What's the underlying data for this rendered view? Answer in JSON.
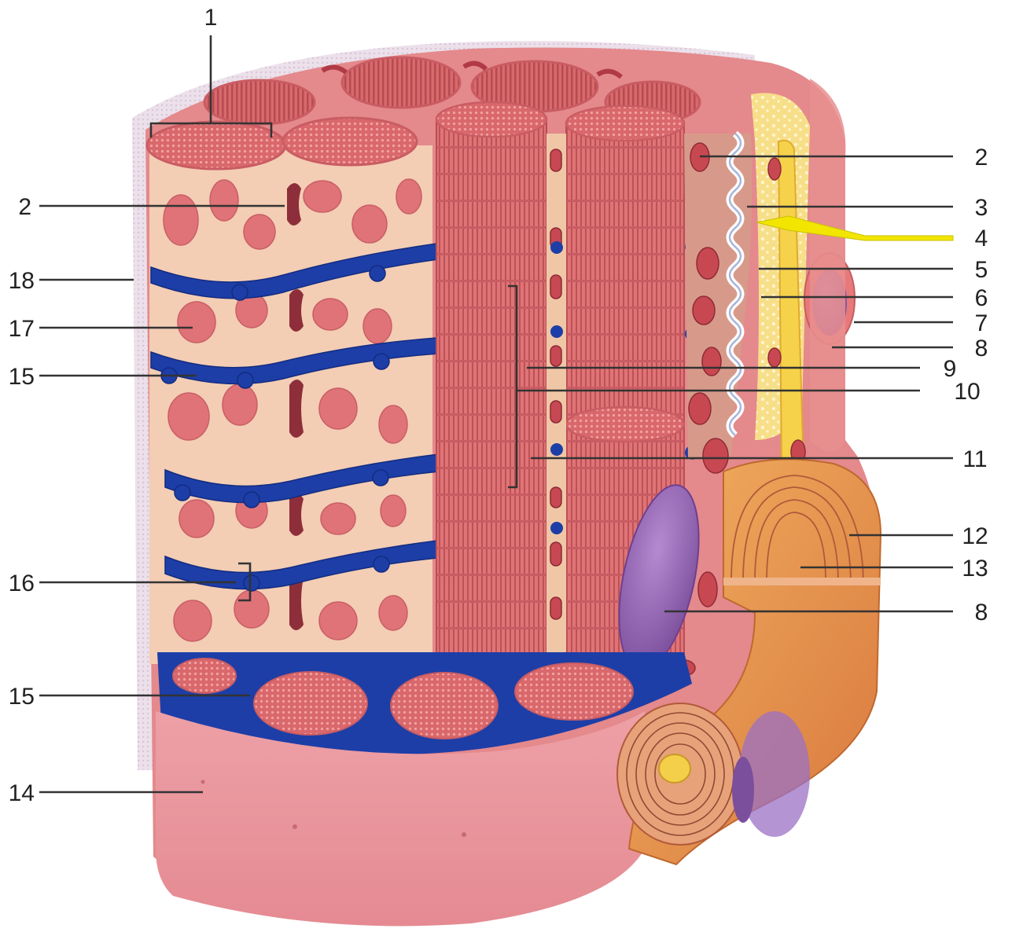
{
  "figure": {
    "labels": {
      "l1": "1",
      "l2_right": "2",
      "l2_left": "2",
      "l3": "3",
      "l4": "4",
      "l5": "5",
      "l6": "6",
      "l7": "7",
      "l8_upper": "8",
      "l8_lower": "8",
      "l9": "9",
      "l10": "10",
      "l11": "11",
      "l12": "12",
      "l13": "13",
      "l14": "14",
      "l15_upper": "15",
      "l15_lower": "15",
      "l16": "16",
      "l17": "17",
      "l18": "18"
    },
    "colors": {
      "muscle": "#d8696a",
      "muscle_dark": "#b84a50",
      "reticulum": "#f6d3b8",
      "t_tubule": "#1e3fa8",
      "fat_yellow": "#f5d45a",
      "nucleus": "#9b68b8",
      "sarcolemma": "#e0898a",
      "nerve_orange": "#e69552",
      "pointer_yellow": "#f2e600"
    }
  }
}
